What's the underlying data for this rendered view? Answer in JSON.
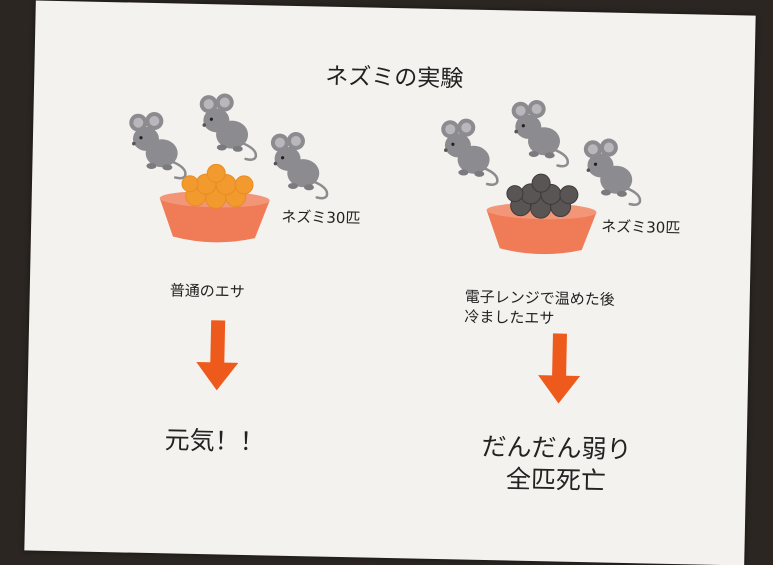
{
  "title": "ネズミの実験",
  "left_group": {
    "count": "ネズミ30匹",
    "food_label": "普通のエサ",
    "result": "元気！！",
    "food_color": "#f29a2e"
  },
  "right_group": {
    "count": "ネズミ30匹",
    "food_label_line1": "電子レンジで温めた後",
    "food_label_line2": "冷ましたエサ",
    "result_line1": "だんだん弱り",
    "result_line2": "全匹死亡",
    "food_color": "#5a5555"
  },
  "colors": {
    "arrow": "#ee5a1c",
    "bowl": "#f07b57",
    "mouse": "#8c8b8f"
  },
  "icons": [
    "mouse-icon",
    "food-bowl-icon",
    "down-arrow-icon"
  ]
}
